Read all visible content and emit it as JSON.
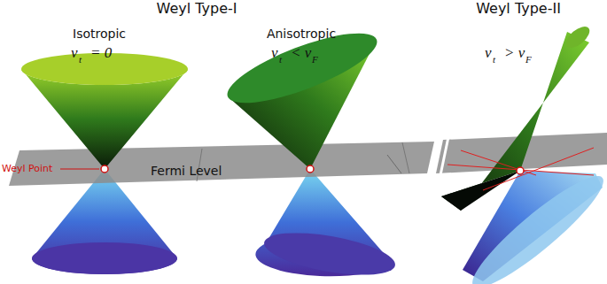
{
  "diagram": {
    "labels": [
      "Weyl Type-I",
      "Weyl Type-II",
      "Isotropic",
      "v",
      "t",
      "= 0",
      "Anisotropic",
      "v",
      "t",
      "< v",
      "F",
      "v",
      "t",
      "> v",
      "F",
      "Weyl Point",
      "Fermi Level"
    ]
  }
}
